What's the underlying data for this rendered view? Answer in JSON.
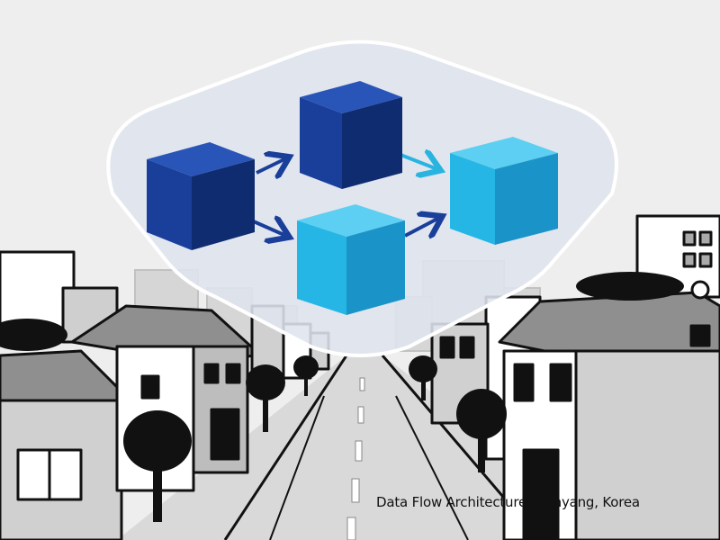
{
  "caption": "Data Flow Architecture -- Anyang, Korea",
  "colors": {
    "background": "#eeeeee",
    "panel_fill": "#dfe4ee",
    "panel_stroke": "#ffffff",
    "cube_dark_front": "#1a3f9a",
    "cube_dark_side": "#102c70",
    "cube_dark_top": "#2a55b8",
    "cube_light_front": "#25b6e6",
    "cube_light_side": "#1a94c8",
    "cube_light_top": "#5ccff2",
    "arrow_dark": "#1a3f9a",
    "arrow_light": "#29b4e0",
    "outline": "#111111",
    "road": "#d9d9d9"
  },
  "diagram": {
    "nodes": [
      {
        "id": "cube-1",
        "tone": "dark"
      },
      {
        "id": "cube-2",
        "tone": "dark"
      },
      {
        "id": "cube-3",
        "tone": "light"
      },
      {
        "id": "cube-4",
        "tone": "light"
      }
    ],
    "edges": [
      {
        "from": "cube-1",
        "to": "cube-2",
        "tone": "dark"
      },
      {
        "from": "cube-1",
        "to": "cube-3",
        "tone": "dark"
      },
      {
        "from": "cube-2",
        "to": "cube-4",
        "tone": "light"
      },
      {
        "from": "cube-3",
        "to": "cube-4",
        "tone": "dark"
      }
    ]
  }
}
